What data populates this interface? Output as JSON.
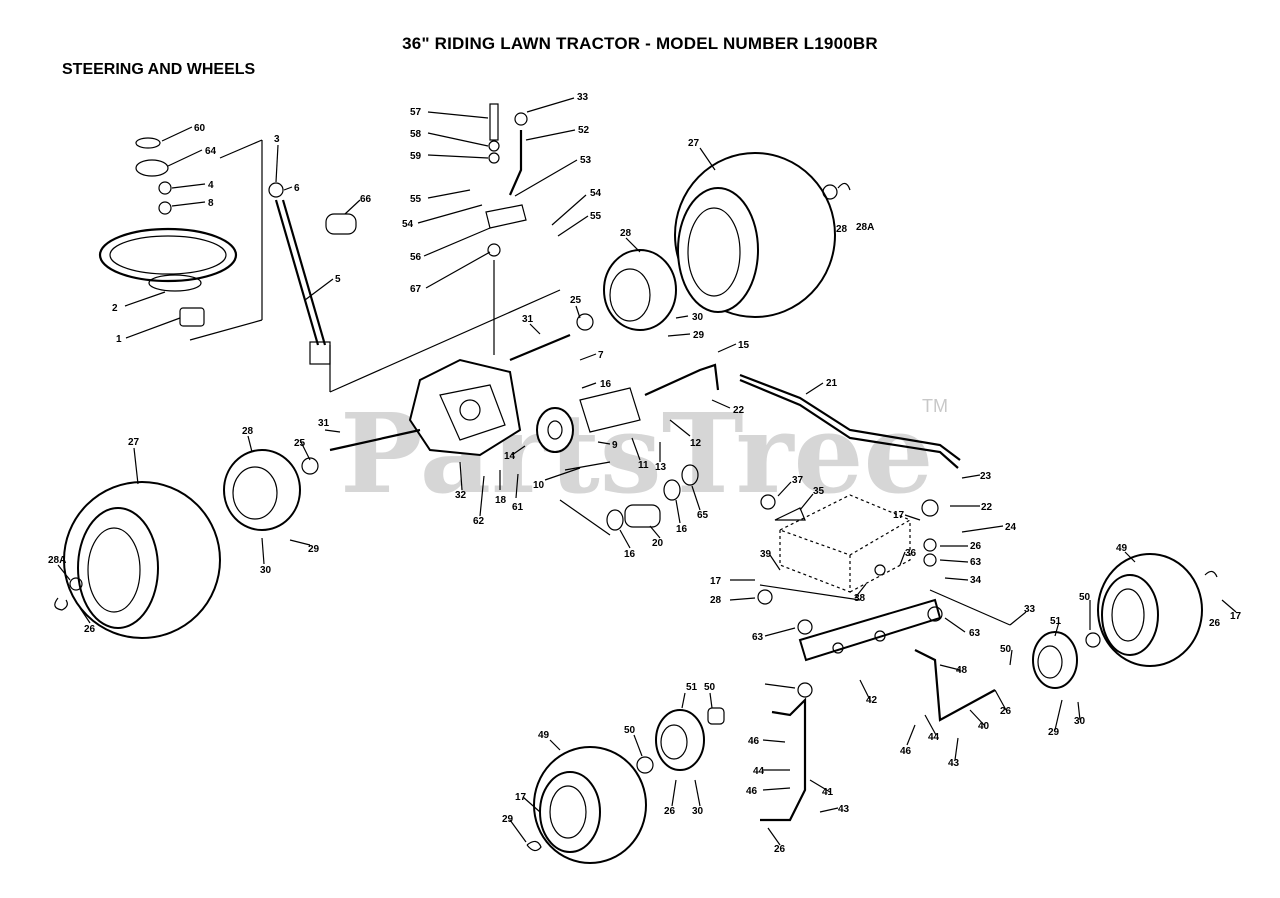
{
  "header": {
    "title": "36\" RIDING LAWN TRACTOR - MODEL NUMBER L1900BR",
    "subtitle": "STEERING AND WHEELS"
  },
  "watermark": {
    "brand": "PartsTree",
    "trademark": "TM"
  },
  "colors": {
    "ink": "#000000",
    "watermark": "#d6d6d6",
    "background": "#ffffff"
  },
  "callouts": [
    "60",
    "64",
    "4",
    "8",
    "3",
    "6",
    "66",
    "2",
    "1",
    "5",
    "57",
    "58",
    "59",
    "55",
    "54",
    "56",
    "67",
    "33",
    "52",
    "53",
    "54",
    "55",
    "27",
    "28",
    "28A",
    "28",
    "30",
    "29",
    "25",
    "31",
    "7",
    "16",
    "15",
    "21",
    "22",
    "12",
    "9",
    "13",
    "11",
    "14",
    "10",
    "18",
    "61",
    "62",
    "32",
    "31",
    "25",
    "28",
    "27",
    "30",
    "29",
    "28A",
    "26",
    "37",
    "35",
    "20",
    "16",
    "65",
    "16",
    "23",
    "22",
    "24",
    "17",
    "26",
    "63",
    "36",
    "39",
    "17",
    "28",
    "38",
    "34",
    "63",
    "63",
    "33",
    "49",
    "50",
    "51",
    "17",
    "26",
    "42",
    "48",
    "50",
    "26",
    "40",
    "44",
    "46",
    "43",
    "29",
    "30",
    "51",
    "50",
    "49",
    "50",
    "46",
    "44",
    "46",
    "41",
    "43",
    "26",
    "17",
    "29",
    "30",
    "26"
  ]
}
